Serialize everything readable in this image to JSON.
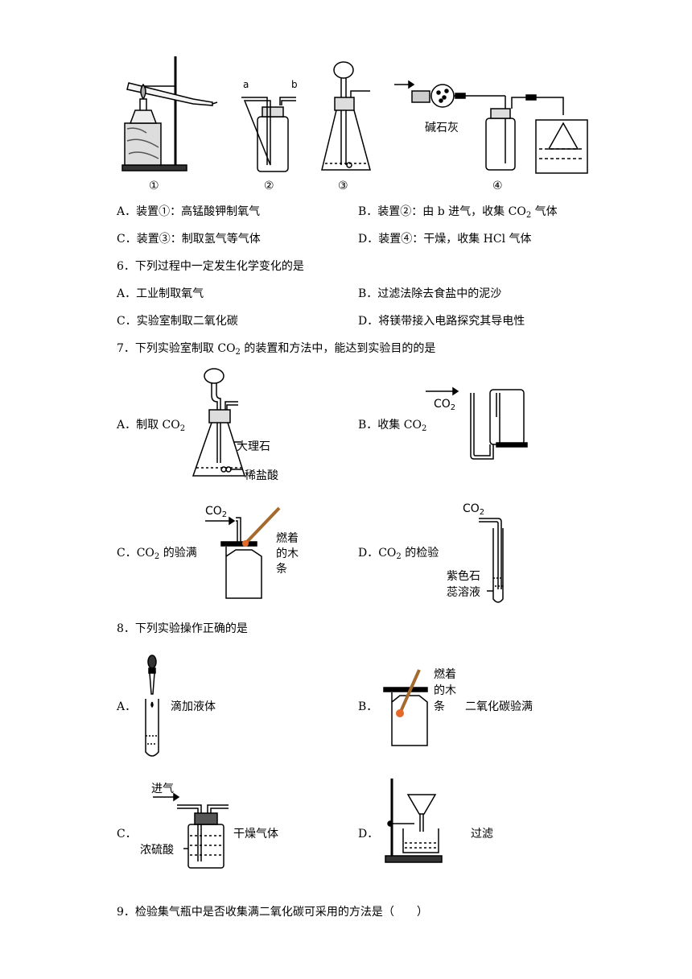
{
  "q5": {
    "apparatus_labels": [
      "①",
      "②",
      "③",
      "④"
    ],
    "label_a": "a",
    "label_b": "b",
    "label_soda_lime": "碱石灰",
    "options": {
      "A": {
        "letter": "A．",
        "text": "装置①：高锰酸钾制氧气"
      },
      "B": {
        "letter": "B．",
        "pre": "装置②：由 b 进气，收集 CO",
        "sub": "2",
        "post": " 气体"
      },
      "C": {
        "letter": "C．",
        "text": "装置③：制取氢气等气体"
      },
      "D": {
        "letter": "D．",
        "text": "装置④：干燥，收集 HCl 气体"
      }
    }
  },
  "q6": {
    "stem": "6．下列过程中一定发生化学变化的是",
    "options": {
      "A": "A．工业制取氧气",
      "B": "B．过滤法除去食盐中的泥沙",
      "C": "C．实验室制取二氧化碳",
      "D": "D．将镁带接入电路探究其导电性"
    }
  },
  "q7": {
    "stem_pre": "7．下列实验室制取 CO",
    "stem_sub": "2",
    "stem_post": " 的装置和方法中，能达到实验目的的是",
    "A": {
      "pre": "A．制取 CO",
      "sub": "2",
      "marble": "大理石",
      "acid": "稀盐酸"
    },
    "B": {
      "pre": "B．收集 CO",
      "sub": "2",
      "gas": "CO",
      "gas_sub": "2"
    },
    "C": {
      "pre": "C．CO",
      "sub": "2",
      "post": " 的验满",
      "gas": "CO",
      "gas_sub": "2",
      "stick1": "燃着",
      "stick2": "的木",
      "stick3": "条"
    },
    "D": {
      "pre": "D．CO",
      "sub": "2",
      "post": " 的检验",
      "gas": "CO",
      "gas_sub": "2",
      "litmus1": "紫色石",
      "litmus2": "蕊溶液"
    }
  },
  "q8": {
    "stem": "8．下列实验操作正确的是",
    "A": {
      "letter": "A．",
      "caption": "滴加液体"
    },
    "B": {
      "letter": "B．",
      "caption": "二氧化碳验满",
      "stick1": "燃着",
      "stick2": "的木",
      "stick3": "条"
    },
    "C": {
      "letter": "C．",
      "caption": "干燥气体",
      "gas_in": "进气",
      "acid": "浓硫酸"
    },
    "D": {
      "letter": "D．",
      "caption": "过滤"
    }
  },
  "q9": {
    "stem": "9．检验集气瓶中是否收集满二氧化碳可采用的方法是（　　）"
  }
}
